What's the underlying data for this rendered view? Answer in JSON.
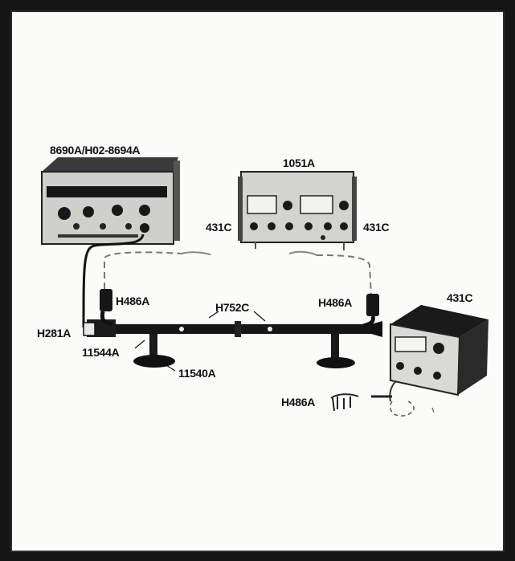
{
  "labels": {
    "signal_generator": "8690A/H02-8694A",
    "ratio_meter": "1051A",
    "left_power_meter": "431C",
    "right_power_meter": "431C",
    "separate_power_meter": "431C",
    "left_mount": "H486A",
    "right_mount": "H486A",
    "loose_mount": "H486A",
    "coupler": "H752C",
    "adapter": "H281A",
    "carriage": "11544A",
    "stand": "11540A"
  },
  "colors": {
    "background": "#151515",
    "paper": "#fbfbf9",
    "ink": "#111111"
  }
}
